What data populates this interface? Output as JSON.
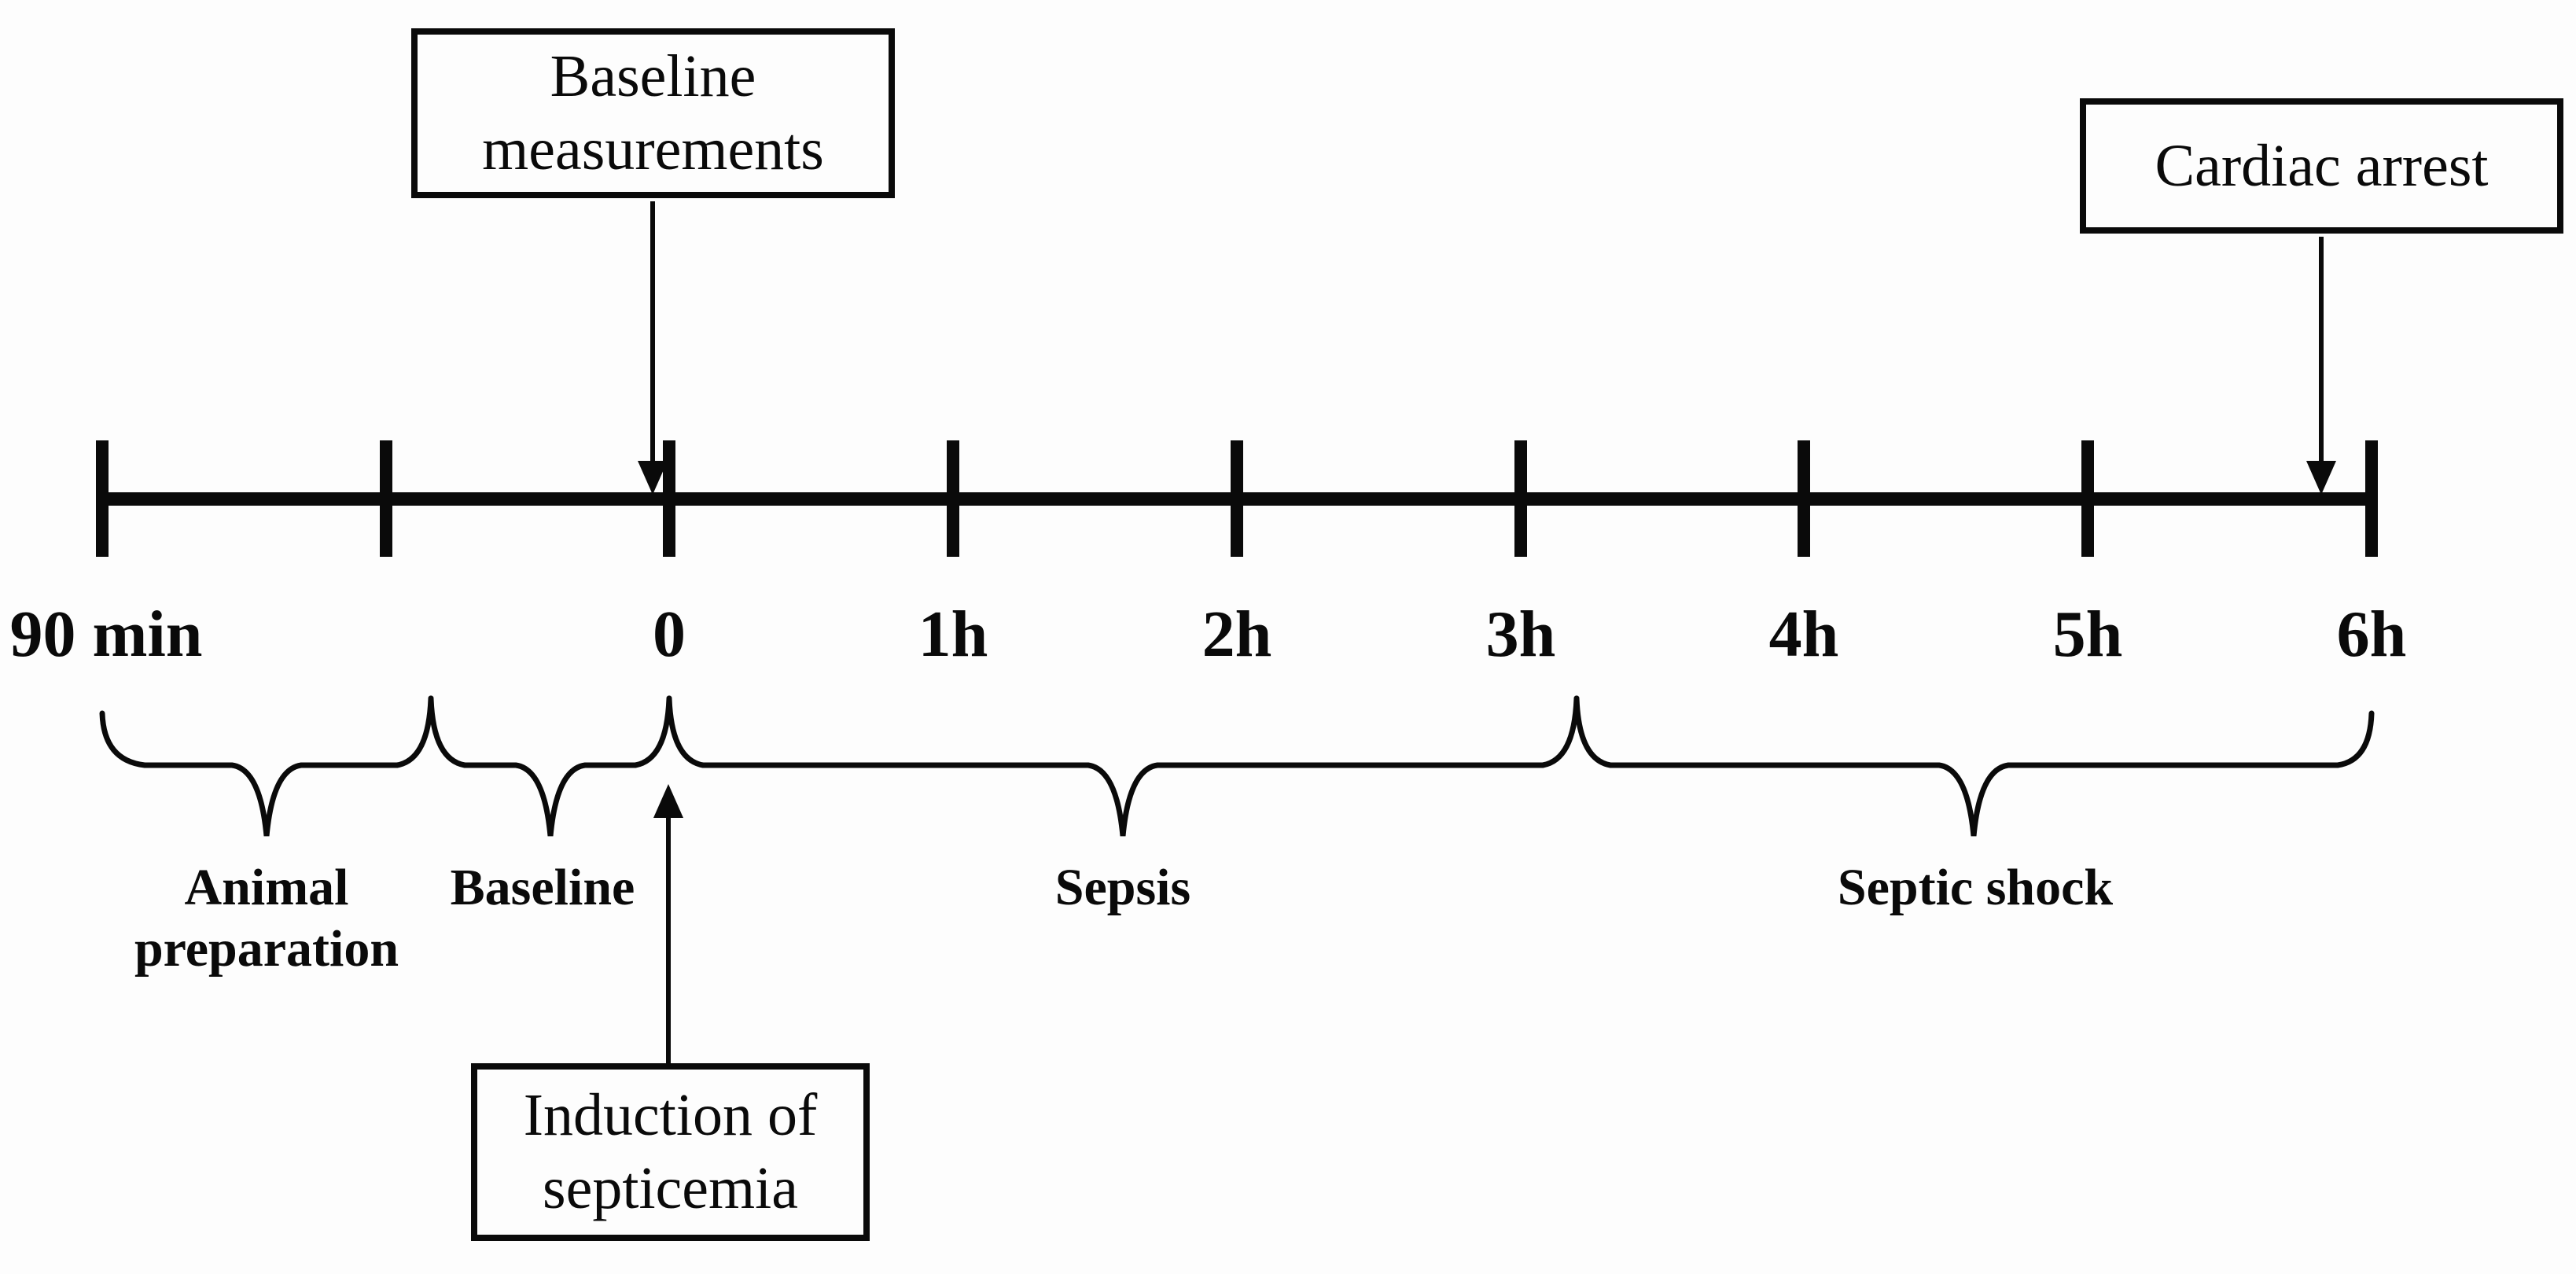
{
  "figure": {
    "description": "Experimental protocol timeline of a septic shock animal study",
    "colors": {
      "ink": "#0a0a0a",
      "background": "#fdfdfd"
    }
  },
  "timeline": {
    "tick_labels": [
      "90 min",
      "",
      "0",
      "1h",
      "2h",
      "3h",
      "4h",
      "5h",
      "6h"
    ]
  },
  "callouts": {
    "baseline_measurements": {
      "line1": "Baseline",
      "line2": "measurements"
    },
    "cardiac_arrest": {
      "line1": "Cardiac arrest"
    },
    "induction_of_septicemia": {
      "line1": "Induction of",
      "line2": "septicemia"
    }
  },
  "phases": [
    {
      "id": "animal-preparation",
      "line1": "Animal",
      "line2": "preparation"
    },
    {
      "id": "baseline",
      "line1": "Baseline"
    },
    {
      "id": "sepsis",
      "line1": "Sepsis"
    },
    {
      "id": "septic-shock",
      "line1": "Septic shock"
    }
  ]
}
